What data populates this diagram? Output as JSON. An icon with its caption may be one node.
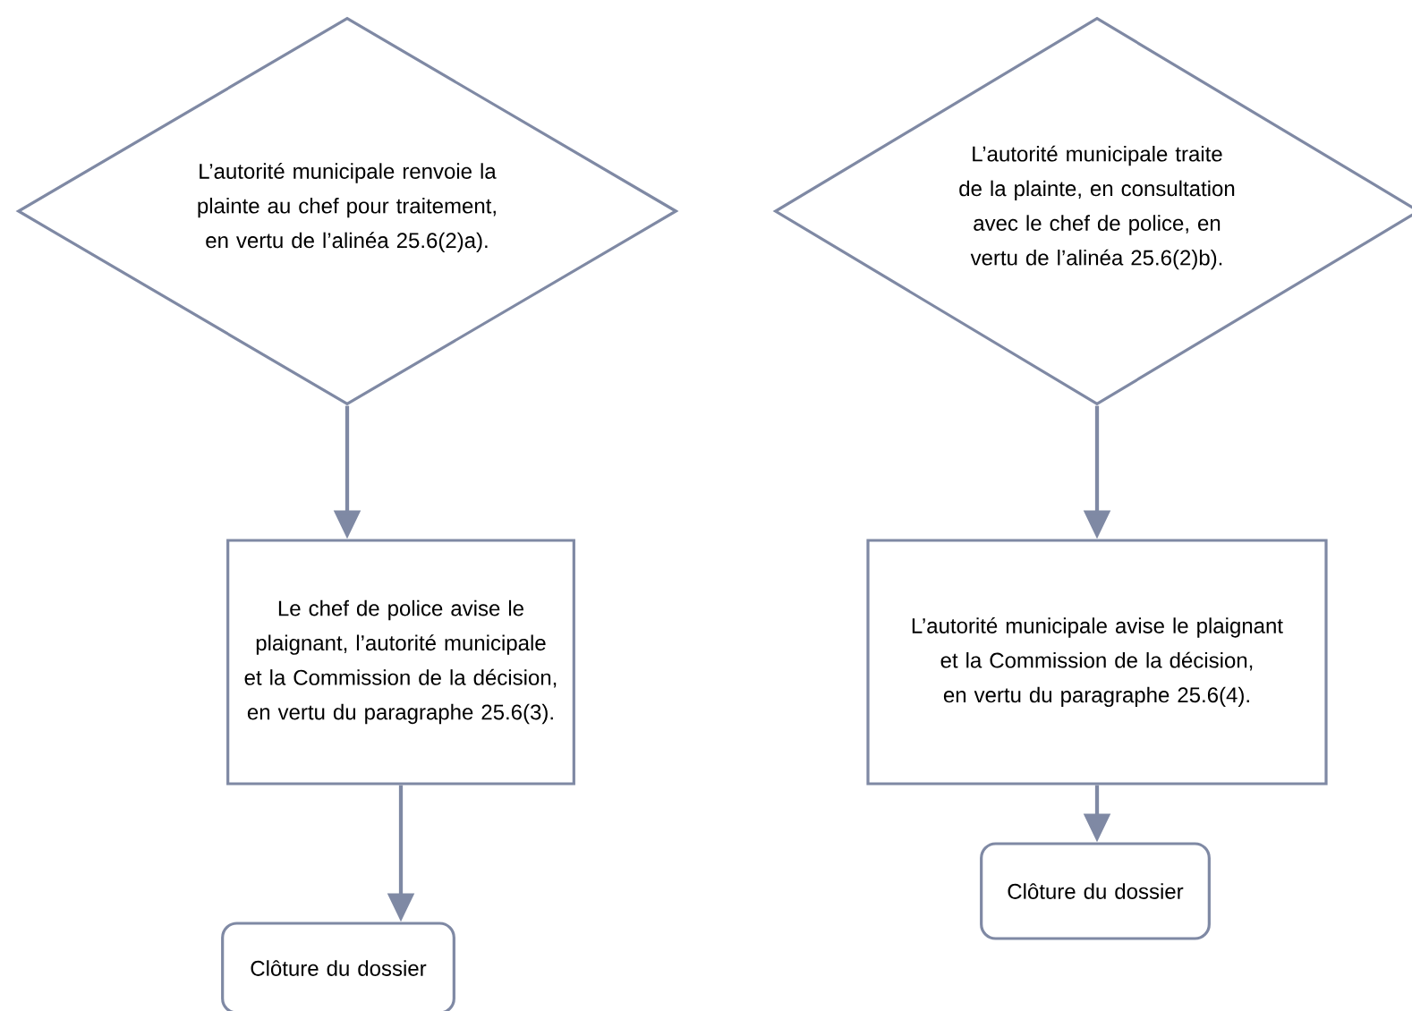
{
  "diagram": {
    "nodes": [
      {
        "text": [
          "L’autorité municipale renvoie la plainte au chef pour traitement, en vertu de l’alinéa 25.6(2)a)."
        ]
      },
      {
        "text": [
          "L’autorité municipale traite de la plainte, en consultation avec le chef de police, en vertu de l’alinéa 25.6(2)b)."
        ]
      },
      {
        "text": [
          "Le chef de police avise le plaignant, l’autorité municipale et la Commission de la décision, en vertu du paragraphe 25.6(3)."
        ]
      },
      {
        "text": [
          "L’autorité municipale avise le plaignant et la Commission de la décision, en vertu du paragraphe 25.6(4)."
        ]
      },
      {
        "text": [
          "Clôture du dossier"
        ]
      },
      {
        "text": [
          "Clôture du dossier"
        ]
      }
    ],
    "edges": [
      {
        "from": 0,
        "to": 2,
        "arrow": "to"
      },
      {
        "from": 1,
        "to": 3,
        "arrow": "to"
      },
      {
        "from": 2,
        "to": 4,
        "arrow": "to"
      },
      {
        "from": 3,
        "to": 5,
        "arrow": "to"
      }
    ]
  }
}
